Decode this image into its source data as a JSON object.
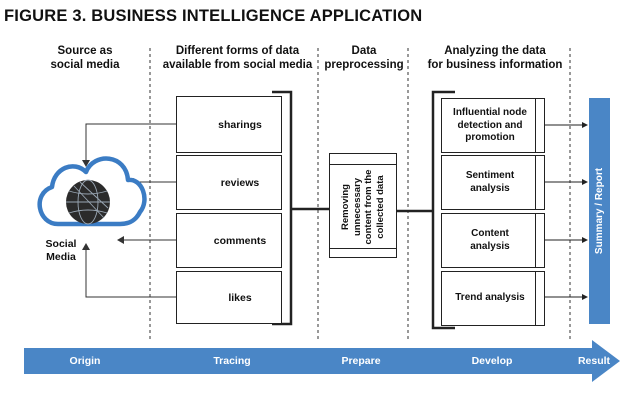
{
  "title": "FIGURE 3. BUSINESS INTELLIGENCE APPLICATION",
  "headers": {
    "source": "Source as\nsocial media",
    "forms": "Different forms of data\navailable from social media",
    "preprocessing": "Data\npreprocessing",
    "analyzing": "Analyzing the data\nfor business information"
  },
  "source_label": "Social\nMedia",
  "forms_items": [
    {
      "label": "sharings",
      "icon": "share-icon"
    },
    {
      "label": "reviews",
      "icon": "document-pen-icon"
    },
    {
      "label": "comments",
      "icon": "chat-bubbles-icon"
    },
    {
      "label": "likes",
      "icon": "heart-icon"
    }
  ],
  "prepare_text": "Removing\nunnecessary\ncontent from the\ncollected data",
  "develop_items": [
    "Influential node\ndetection and\npromotion",
    "Sentiment\nanalysis",
    "Content\nanalysis",
    "Trend analysis"
  ],
  "summary": "Summary / Report",
  "stages": [
    "Origin",
    "Tracing",
    "Prepare",
    "Develop",
    "Result"
  ],
  "colors": {
    "accent": "#4a86c6",
    "stroke": "#222222",
    "cloud": "#3b7cc4",
    "globe": "#2b2b2b"
  }
}
